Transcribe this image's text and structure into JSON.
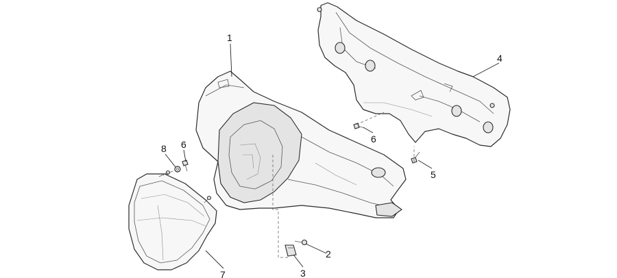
{
  "callouts": {
    "c1": "1",
    "c2": "2",
    "c3": "3",
    "c4": "4",
    "c5": "5",
    "c6a": "6",
    "c6b": "6",
    "c7": "7",
    "c8": "8"
  },
  "colors": {
    "line": "#2a2a2a",
    "fill": "#f7f7f7"
  }
}
